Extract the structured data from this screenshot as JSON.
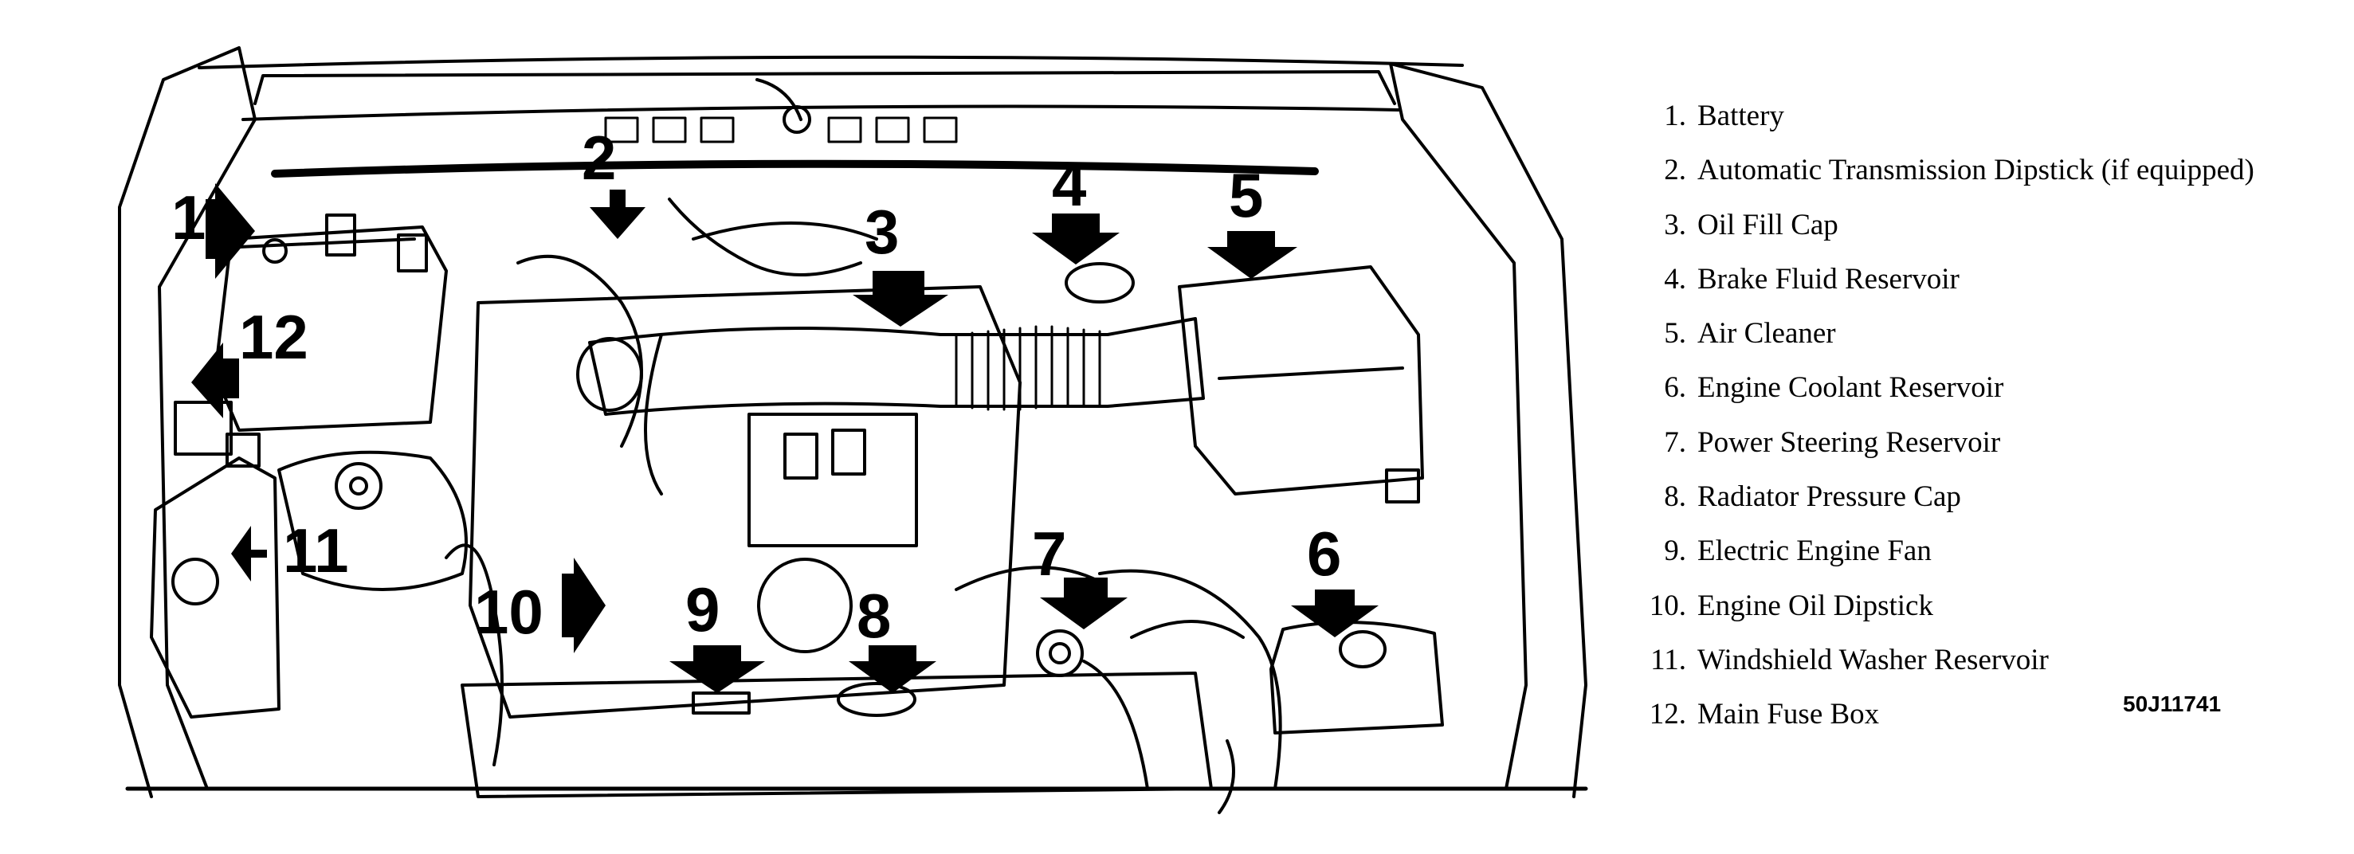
{
  "callouts": [
    "1",
    "2",
    "3",
    "4",
    "5",
    "6",
    "7",
    "8",
    "9",
    "10",
    "11",
    "12"
  ],
  "legend": [
    {
      "num": "1.",
      "label": "Battery"
    },
    {
      "num": "2.",
      "label": "Automatic Transmission Dipstick (if equipped)"
    },
    {
      "num": "3.",
      "label": "Oil Fill Cap"
    },
    {
      "num": "4.",
      "label": "Brake Fluid Reservoir"
    },
    {
      "num": "5.",
      "label": "Air Cleaner"
    },
    {
      "num": "6.",
      "label": "Engine Coolant Reservoir"
    },
    {
      "num": "7.",
      "label": "Power Steering Reservoir"
    },
    {
      "num": "8.",
      "label": "Radiator Pressure Cap"
    },
    {
      "num": "9.",
      "label": "Electric Engine Fan"
    },
    {
      "num": "10.",
      "label": "Engine Oil Dipstick"
    },
    {
      "num": "11.",
      "label": "Windshield Washer Reservoir"
    },
    {
      "num": "12.",
      "label": "Main Fuse Box"
    }
  ],
  "figure_id": "50J11741"
}
